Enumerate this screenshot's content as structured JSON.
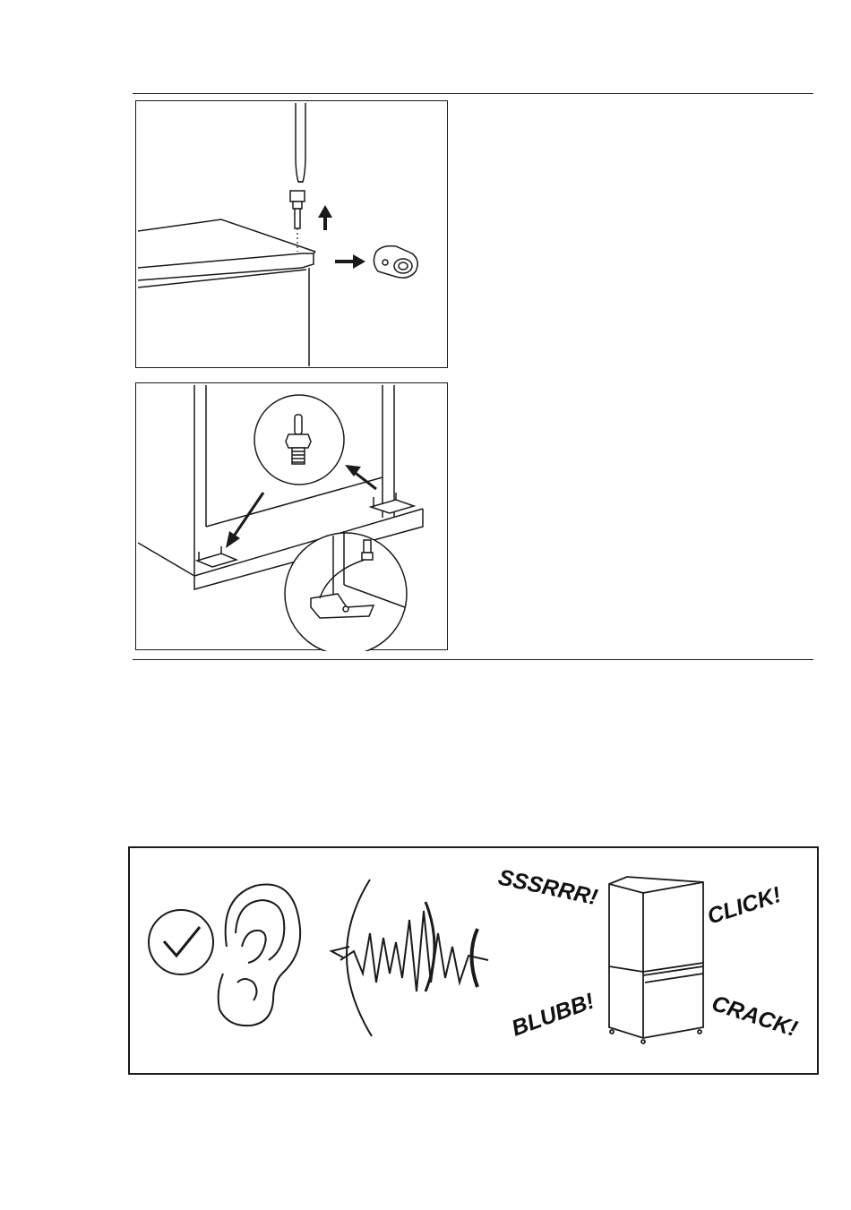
{
  "illustrations": {
    "upper_panel": {
      "icons": [
        "screwdriver-icon",
        "hinge-pin-icon",
        "arrow-up-icon",
        "arrow-right-icon",
        "hinge-cap-icon"
      ]
    },
    "lower_panel": {
      "icons": [
        "hinge-pin-detail-icon",
        "hinge-bracket-icon",
        "arrow-icon"
      ]
    }
  },
  "sounds_panel": {
    "words": {
      "hiss": "SSSRRR!",
      "click": "CLICK!",
      "bubble": "BLUBB!",
      "crack": "CRACK!"
    },
    "icons": [
      "checkmark-icon",
      "ear-icon",
      "sound-wave-icon",
      "refrigerator-icon"
    ]
  }
}
